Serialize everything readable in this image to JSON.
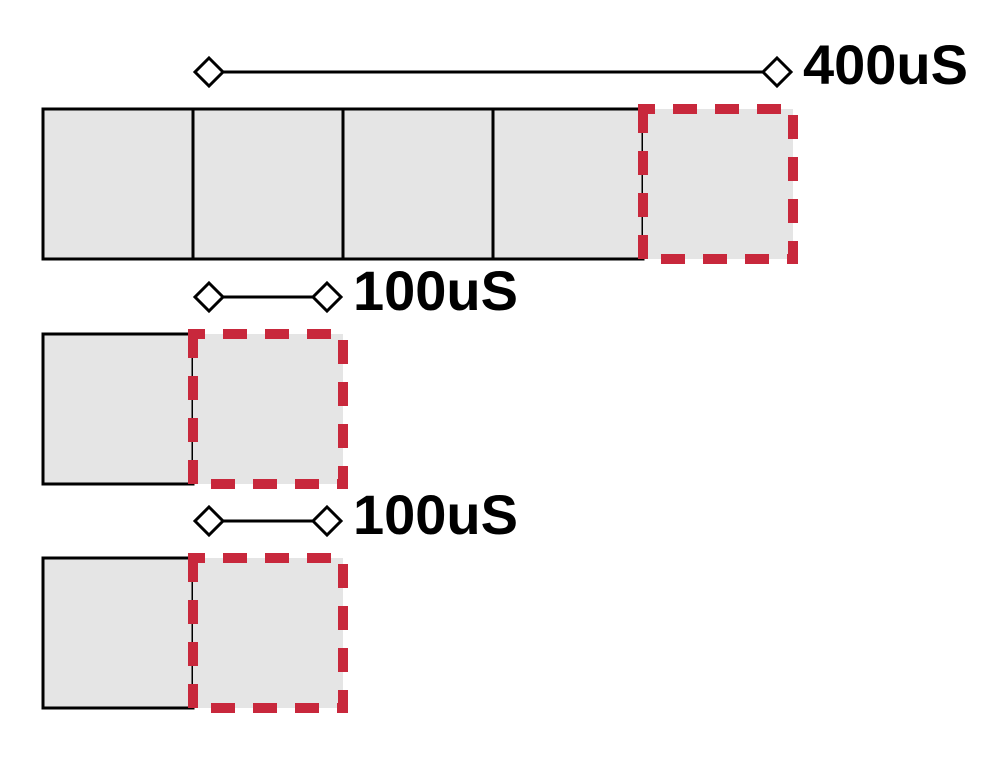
{
  "colors": {
    "cell_fill": "#e5e5e5",
    "cell_stroke": "#000000",
    "highlight_dash": "#c8283c",
    "marker_line": "#000000",
    "background": "#ffffff"
  },
  "rows": [
    {
      "cells": 4,
      "highlighted_cells": 1,
      "span_label": "400uS"
    },
    {
      "cells": 1,
      "highlighted_cells": 1,
      "span_label": "100uS"
    },
    {
      "cells": 1,
      "highlighted_cells": 1,
      "span_label": "100uS"
    }
  ]
}
